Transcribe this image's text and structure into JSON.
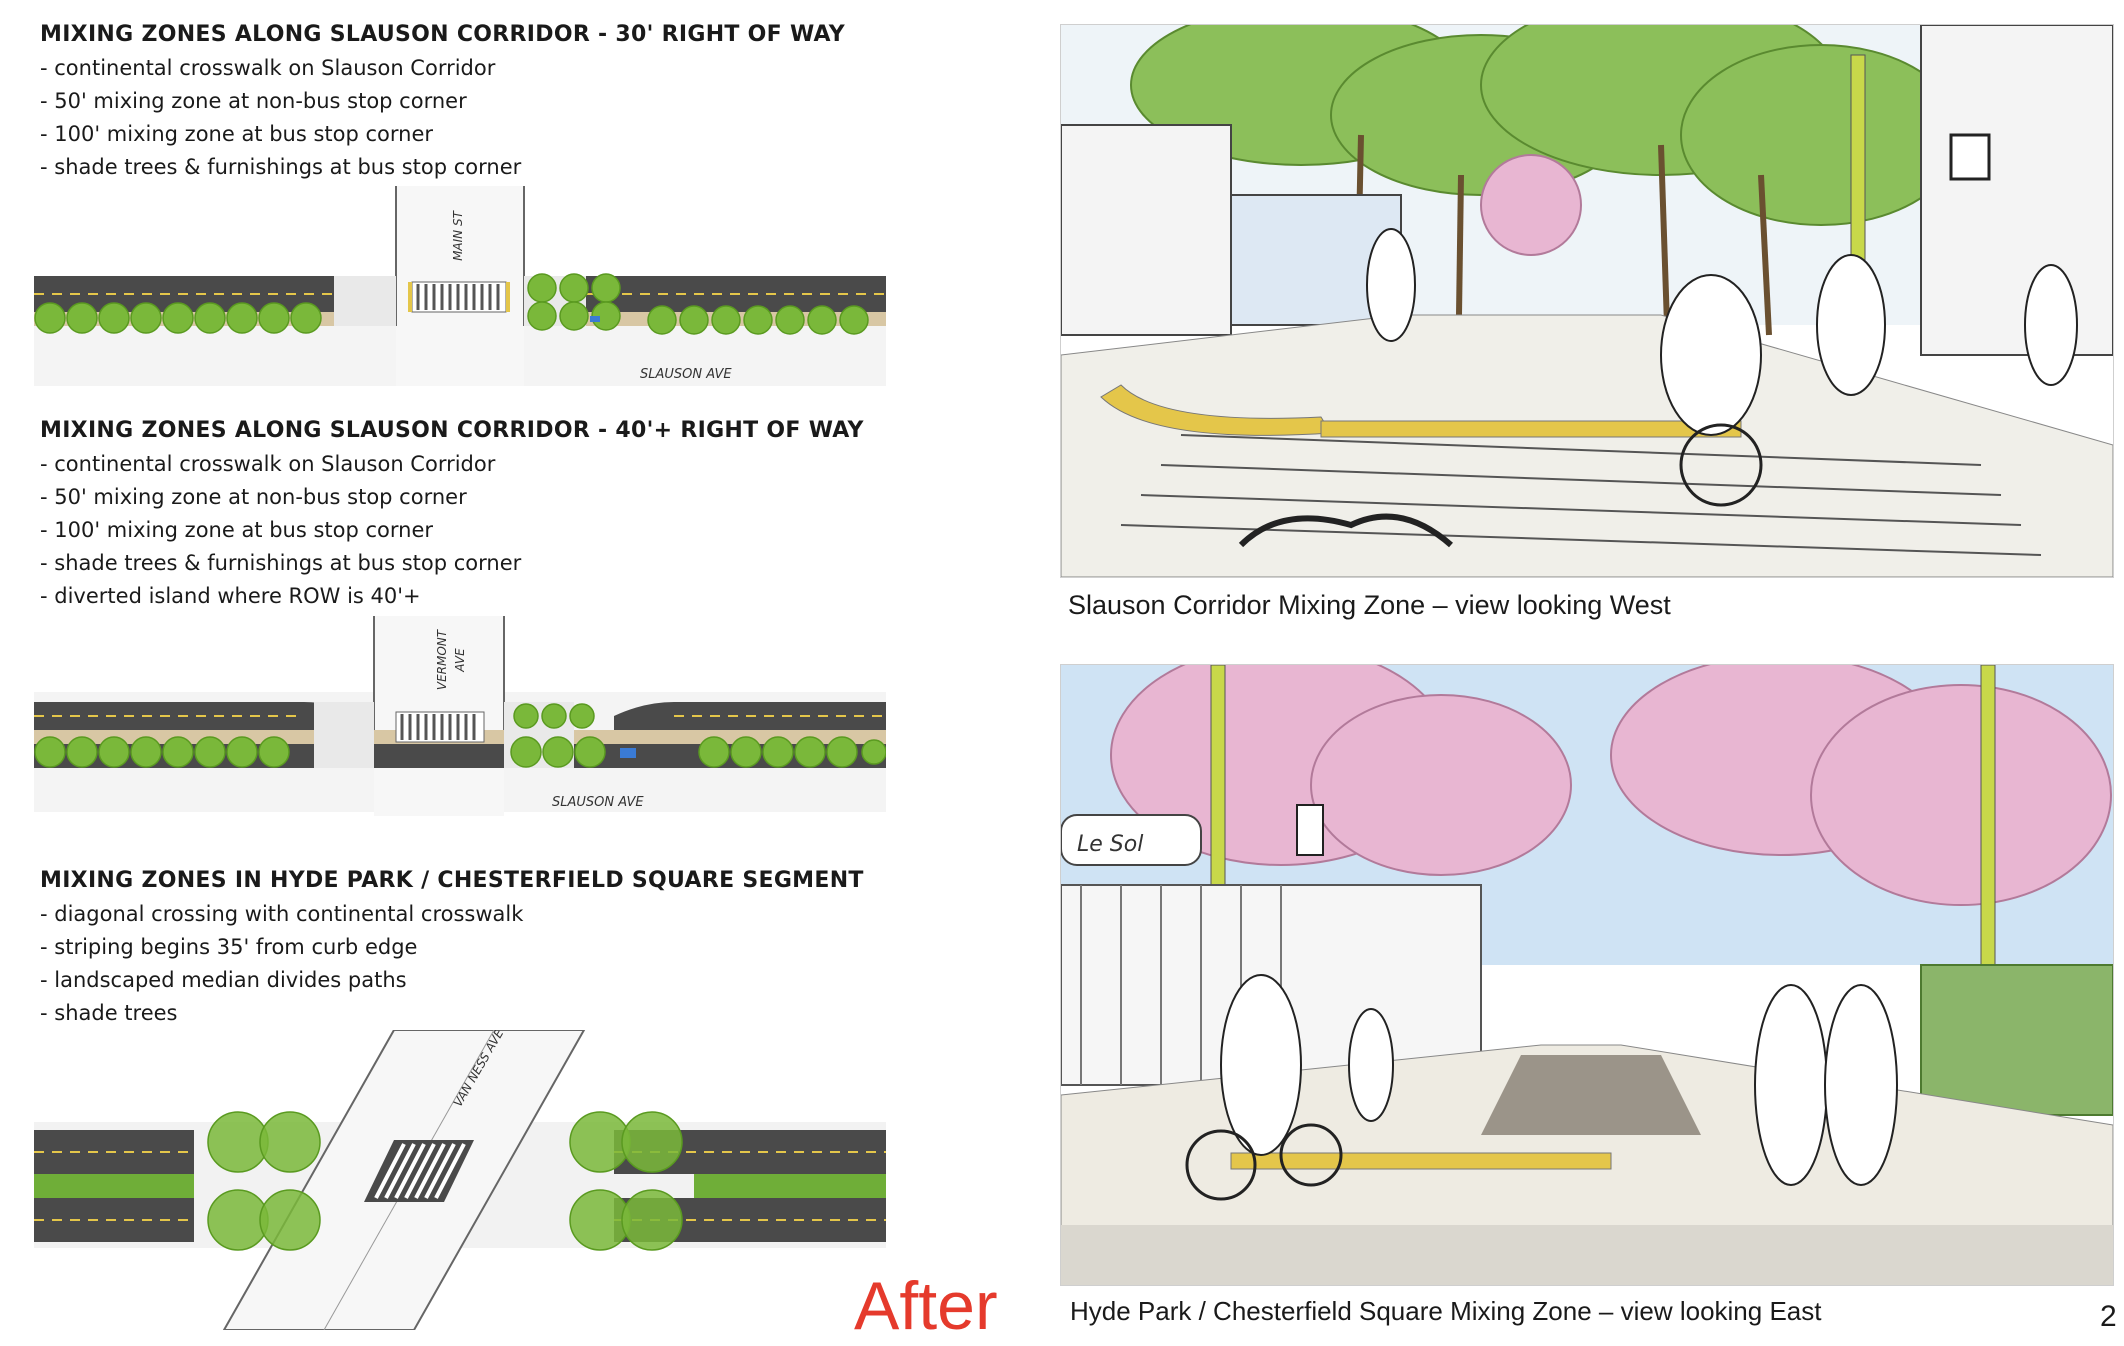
{
  "sections": [
    {
      "title": "MIXING ZONES ALONG SLAUSON CORRIDOR - 30' RIGHT OF WAY",
      "bullets": [
        "continental crosswalk on Slauson Corridor",
        "50' mixing zone at non-bus stop corner",
        "100' mixing zone at bus stop corner",
        "shade trees & furnishings at bus stop corner"
      ],
      "cross_street": "MAIN ST",
      "main_street": "SLAUSON AVE"
    },
    {
      "title": "MIXING ZONES ALONG SLAUSON CORRIDOR - 40'+ RIGHT OF WAY",
      "bullets": [
        "continental crosswalk on Slauson Corridor",
        "50' mixing zone at non-bus stop corner",
        "100' mixing zone at bus stop corner",
        "shade trees & furnishings at bus stop corner",
        "diverted island where ROW is 40'+"
      ],
      "cross_street_line1": "VERMONT",
      "cross_street_line2": "AVE",
      "main_street": "SLAUSON AVE"
    },
    {
      "title": "MIXING ZONES IN HYDE PARK / CHESTERFIELD SQUARE SEGMENT",
      "bullets": [
        "diagonal crossing with continental crosswalk",
        "striping begins 35' from curb edge",
        "landscaped median divides paths",
        "shade trees"
      ],
      "cross_street": "VAN NESS AVE"
    }
  ],
  "photos": [
    {
      "caption": "Slauson Corridor Mixing Zone – view looking West"
    },
    {
      "caption": "Hyde Park / Chesterfield Square Mixing Zone – view looking East",
      "sign_text": "Le Sol"
    }
  ],
  "after_label": "After",
  "page_number": "2",
  "colors": {
    "tree": "#7ab83a",
    "path": "#d8c7a4",
    "road": "#4a4a4a",
    "sky": "#cfe3f4",
    "pink": "#e8b6d2",
    "after": "#e53a2c"
  }
}
